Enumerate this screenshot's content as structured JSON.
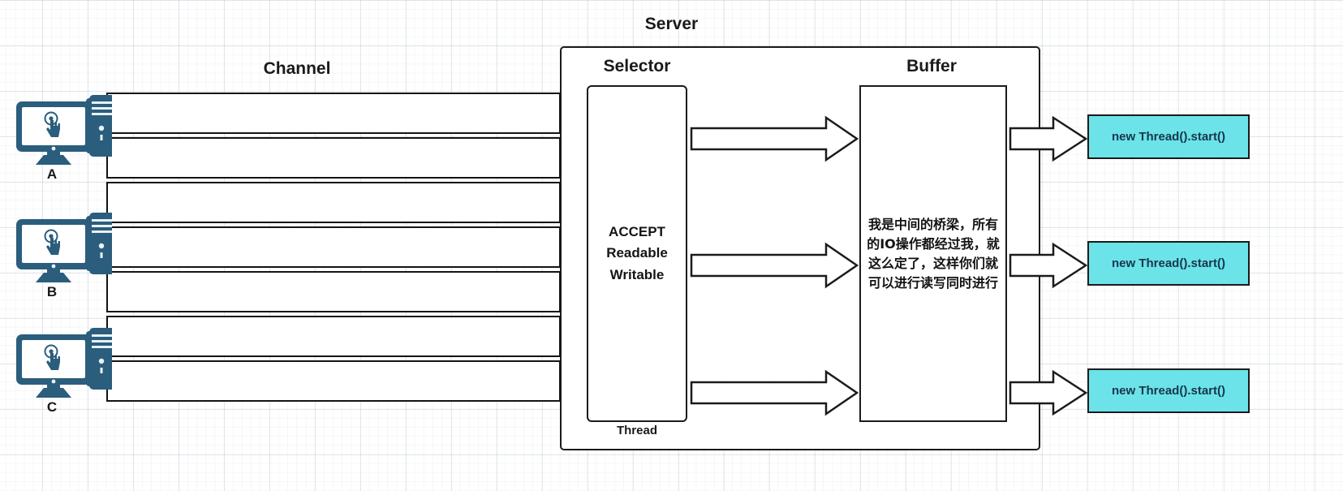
{
  "diagram": {
    "server_title": "Server",
    "channel_title": "Channel",
    "selector_title": "Selector",
    "buffer_title": "Buffer",
    "thread_label": "Thread",
    "selector_states": [
      "ACCEPT",
      "Readable",
      "Writable"
    ],
    "buffer_note": "我是中间的桥梁，所有的IO操作都经过我，就这么定了，这样你们就可以进行读写同时进行",
    "clients": [
      {
        "label": "A",
        "icon": "desktop-computer-icon"
      },
      {
        "label": "B",
        "icon": "desktop-computer-icon"
      },
      {
        "label": "C",
        "icon": "desktop-computer-icon"
      }
    ],
    "threads": [
      {
        "label": "new Thread().start()"
      },
      {
        "label": "new Thread().start()"
      },
      {
        "label": "new Thread().start()"
      }
    ],
    "colors": {
      "thread_box_fill": "#6BE3E8",
      "thread_box_text": "#17364d",
      "stroke": "#1b1b1b",
      "icon_blue": "#2b5d7d",
      "grid": "#788c9f"
    },
    "channel_band_count": 7
  }
}
